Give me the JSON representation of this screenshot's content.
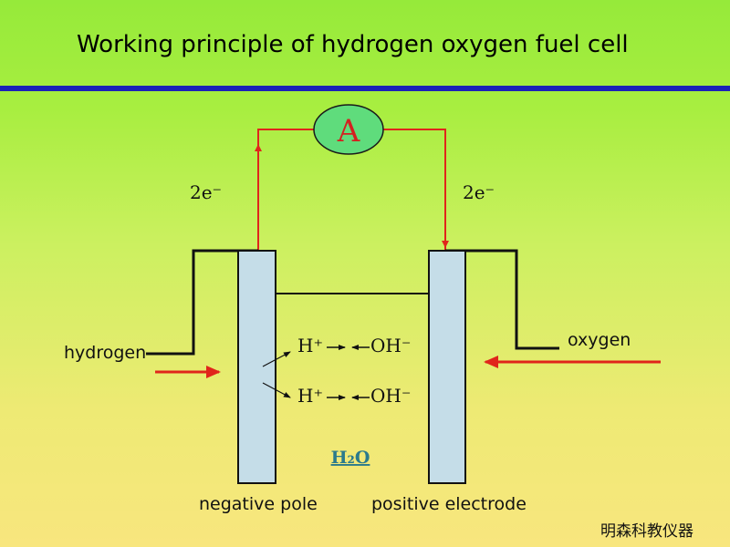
{
  "title": "Working principle of hydrogen oxygen fuel cell",
  "ammeter_label": "A",
  "electron_left": "2e⁻",
  "electron_right": "2e⁻",
  "ion_rows": [
    {
      "h": "H⁺",
      "oh": "OH⁻"
    },
    {
      "h": "H⁺",
      "oh": "OH⁻"
    }
  ],
  "product": "H₂O",
  "inlet_left": "hydrogen",
  "inlet_right": "oxygen",
  "electrode_left": "negative pole",
  "electrode_right": "positive electrode",
  "watermark": "明森科教仪器",
  "colors": {
    "wire": "#e0251b",
    "electrode": "#c5dde8",
    "ammeter": "#5fdc7c",
    "rule": "#1b22b8"
  }
}
